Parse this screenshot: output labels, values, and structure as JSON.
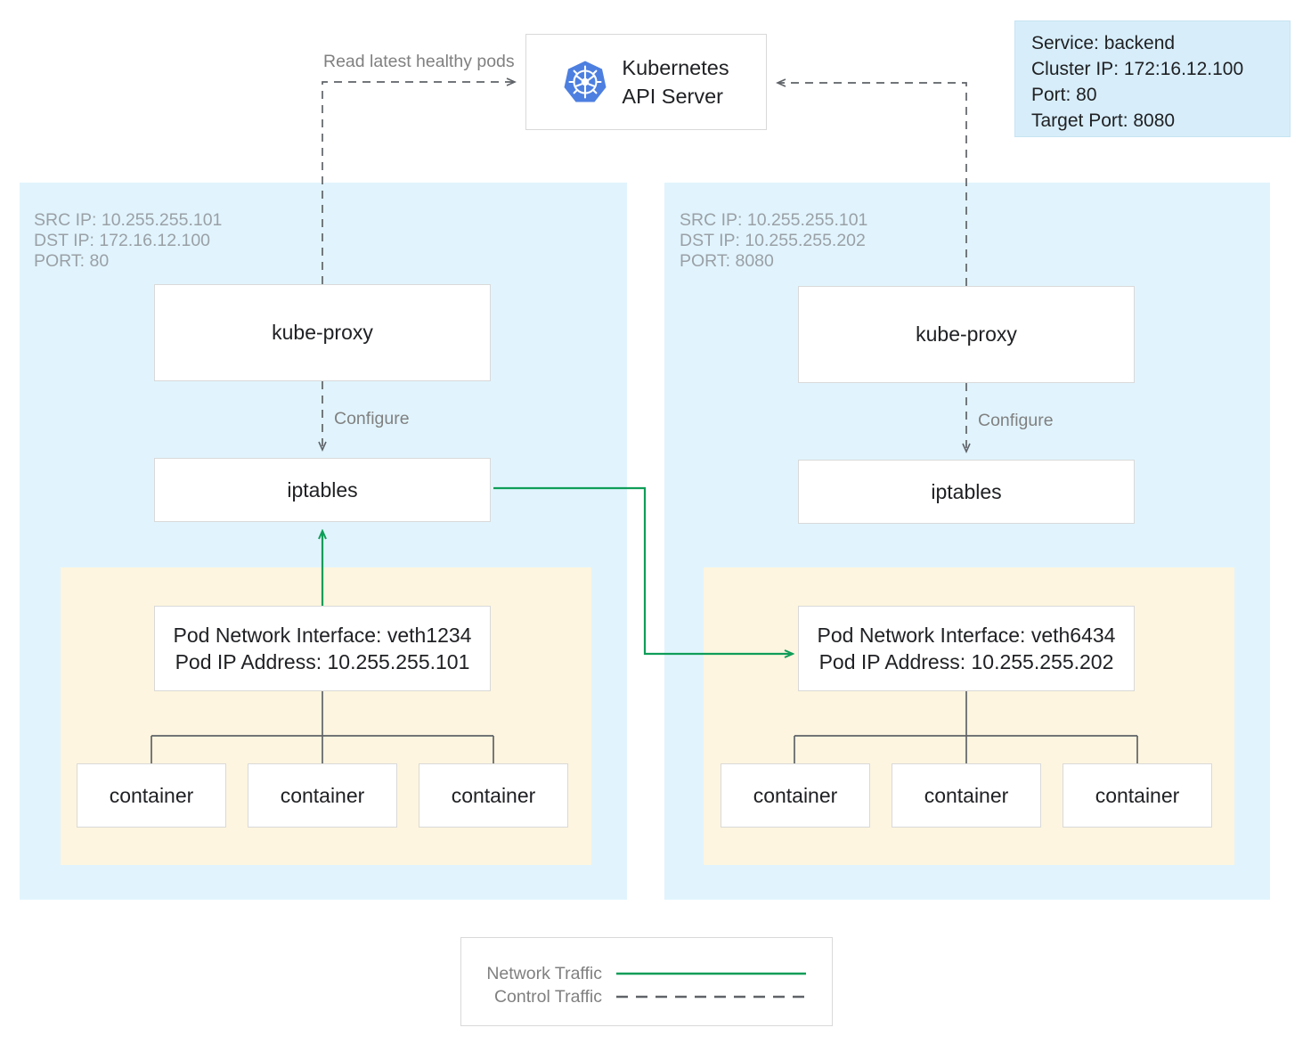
{
  "api_server": {
    "name": "Kubernetes\nAPI Server",
    "logo_icon": "kubernetes-logo-icon"
  },
  "service_info": {
    "text": "Service: backend\nCluster IP: 172:16.12.100\nPort: 80\nTarget Port: 8080"
  },
  "edges": {
    "read_pods_label": "Read latest healthy pods",
    "configure_label_left": "Configure",
    "configure_label_right": "Configure"
  },
  "nodes": [
    {
      "id": "left",
      "ip_label": "SRC IP: 10.255.255.101\nDST IP: 172.16.12.100\nPORT: 80",
      "kube_proxy_label": "kube-proxy",
      "iptables_label": "iptables",
      "pod_label": "Pod Network Interface: veth1234\nPod IP Address: 10.255.255.101",
      "containers": [
        "container",
        "container",
        "container"
      ]
    },
    {
      "id": "right",
      "ip_label": "SRC IP: 10.255.255.101\nDST IP: 10.255.255.202\nPORT: 8080",
      "kube_proxy_label": "kube-proxy",
      "iptables_label": "iptables",
      "pod_label": "Pod Network Interface: veth6434\nPod IP Address: 10.255.255.202",
      "containers": [
        "container",
        "container",
        "container"
      ]
    }
  ],
  "legend": {
    "items": [
      {
        "label": "Network Traffic",
        "style": "solid"
      },
      {
        "label": "Control Traffic",
        "style": "dashed"
      }
    ]
  },
  "colors": {
    "network_traffic": "#0f9d58",
    "control_traffic": "#5f6368",
    "node_background": "#e1f4fd",
    "pod_background": "#fdf5df",
    "service_info_background": "#d7eefa",
    "box_border": "#d9d9d9",
    "muted_text": "#9aa0a6",
    "k8s_blue": "#4d7fe0"
  }
}
